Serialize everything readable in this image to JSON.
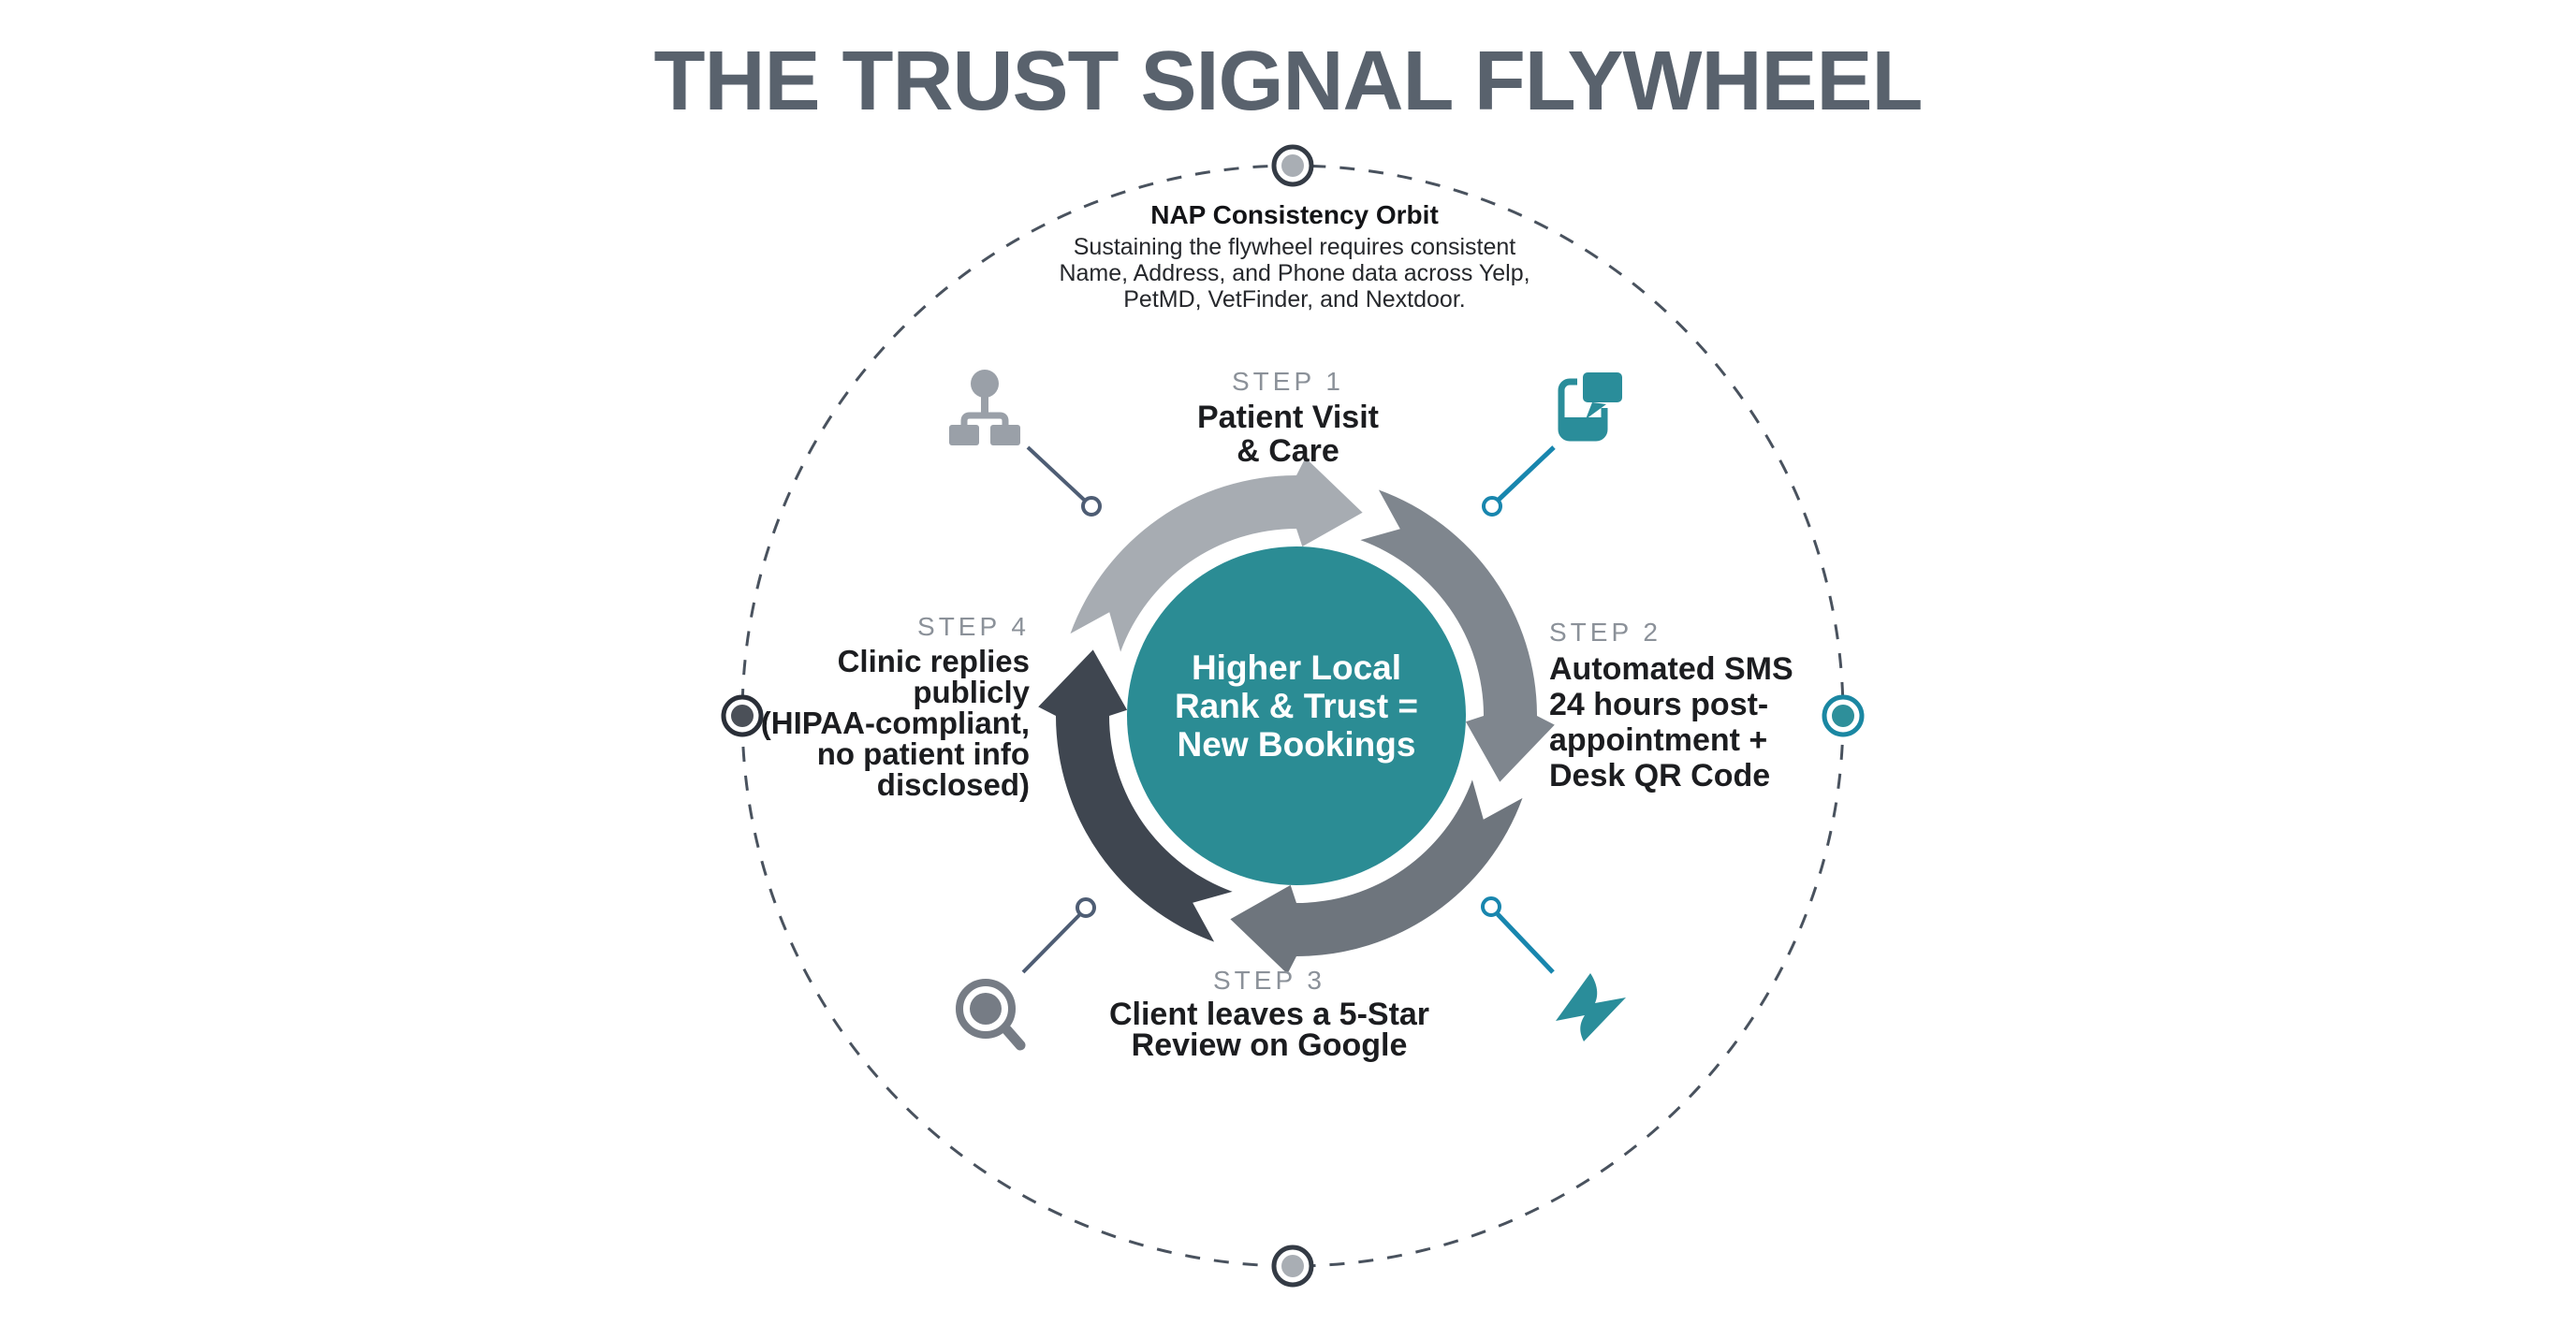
{
  "title": "THE TRUST SIGNAL FLYWHEEL",
  "orbit": {
    "heading": "NAP Consistency Orbit",
    "body_lines": [
      "Sustaining the flywheel requires consistent",
      "Name, Address, and Phone data across Yelp,",
      "PetMD, VetFinder, and Nextdoor."
    ]
  },
  "center": {
    "lines": [
      "Higher Local",
      "Rank & Trust =",
      "New Bookings"
    ]
  },
  "steps": [
    {
      "label": "STEP 1",
      "lines": [
        "Patient Visit",
        "& Care"
      ]
    },
    {
      "label": "STEP 2",
      "lines": [
        "Automated SMS",
        "24 hours post-",
        "appointment +",
        "Desk QR Code"
      ]
    },
    {
      "label": "STEP 3",
      "lines": [
        "Client leaves a 5-Star",
        "Review on Google"
      ]
    },
    {
      "label": "STEP 4",
      "lines": [
        "Clinic replies",
        "publicly",
        "(HIPAA-compliant,",
        "no patient info",
        "disclosed)"
      ]
    }
  ],
  "icons": [
    {
      "name": "sitemap-icon"
    },
    {
      "name": "phone-sms-icon"
    },
    {
      "name": "magnifier-icon"
    },
    {
      "name": "lightning-icon"
    }
  ],
  "colors": {
    "title_text": "#59626d",
    "teal": "#2b8c94",
    "teal_icon": "#2a8d9a",
    "arrows": [
      "#a7acb2",
      "#7f868e",
      "#6e757d",
      "#3f4650"
    ],
    "orbit_dash": "#49525e",
    "node_dark_ring": "#343b45",
    "node_charcoal_ring": "#2a2f38",
    "node_light_fill": "#a9aeb4",
    "node_charcoal_fill": "#4b5058",
    "node_teal_ring": "#1a87a2",
    "node_teal_fill": "#2e8f9a",
    "connector_slate": "#4e5d74",
    "connector_teal": "#1886ae",
    "icon_gray": "#9aa0a8",
    "icon_gray_dark": "#767c85",
    "step_label_text": "#8b9199",
    "step_text": "#1c1d20",
    "center_text": "#ffffff"
  }
}
